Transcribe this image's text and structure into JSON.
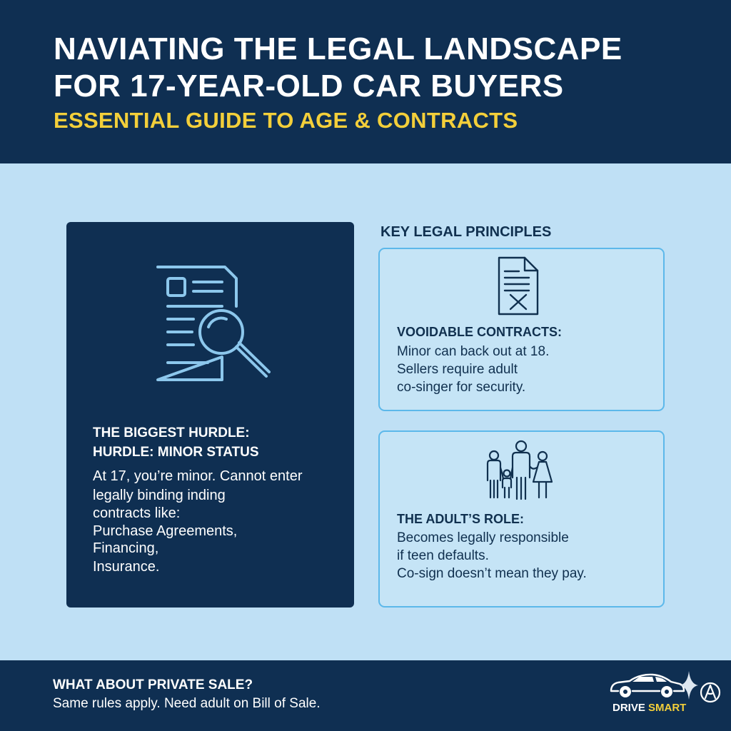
{
  "header": {
    "title_line1": "NAVIATING THE LEGAL LANDSCAPE",
    "title_line2": "FOR 17-YEAR-OLD CAR BUYERS",
    "subtitle": "ESSENTIAL GUIDE TO AGE & CONTRACTS"
  },
  "hurdle": {
    "icon": "document-search-icon",
    "heading_line1": "THE BIGGEST HURDLE:",
    "heading_line2": "HURDLE: MINOR STATUS",
    "body_lines": [
      "At 17, you’re minor. Cannot enter",
      "legally binding  inding",
      "contracts like:",
      "Purchase Agreements,",
      "Financing,",
      "Insurance."
    ]
  },
  "principles": {
    "title": "KEY LEGAL PRINCIPLES",
    "cards": [
      {
        "icon": "document-x-icon",
        "heading": "VOOIDABLE CONTRACTS:",
        "body_lines": [
          "Minor can back out at 18.",
          "Sellers require adult",
          "co-singer for security."
        ]
      },
      {
        "icon": "family-icon",
        "heading": "THE ADULT’S ROLE:",
        "body_lines": [
          "Becomes legally responsible",
          "if teen defaults.",
          "Co-sign doesn’t mean they pay."
        ]
      }
    ]
  },
  "footer": {
    "heading": "WHAT ABOUT PRIVATE SALE?",
    "body": "Same rules apply. Need adult on Bill of Sale.",
    "brand_part1": "DRIVE",
    "brand_part2": "SMART",
    "icons": [
      "car-icon",
      "sparkle-icon",
      "emblem-icon"
    ]
  },
  "colors": {
    "navy": "#0f2f52",
    "light_blue": "#bfe0f5",
    "accent_yellow": "#f3cf3a",
    "card_border": "#5cb8ea"
  }
}
